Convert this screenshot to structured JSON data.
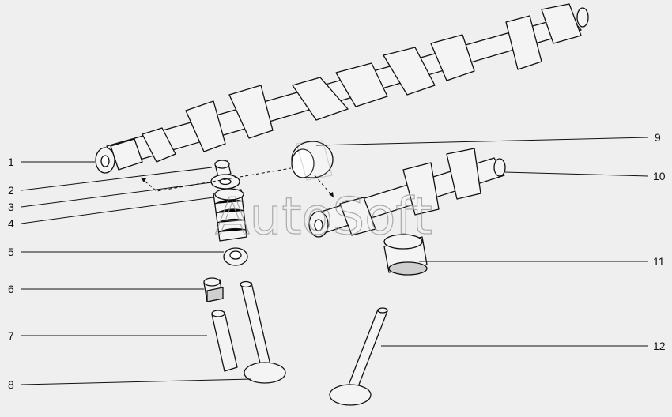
{
  "watermark": "AutoSoft",
  "callouts": [
    "1",
    "2",
    "3",
    "4",
    "5",
    "6",
    "7",
    "8",
    "9",
    "10",
    "11",
    "12"
  ]
}
